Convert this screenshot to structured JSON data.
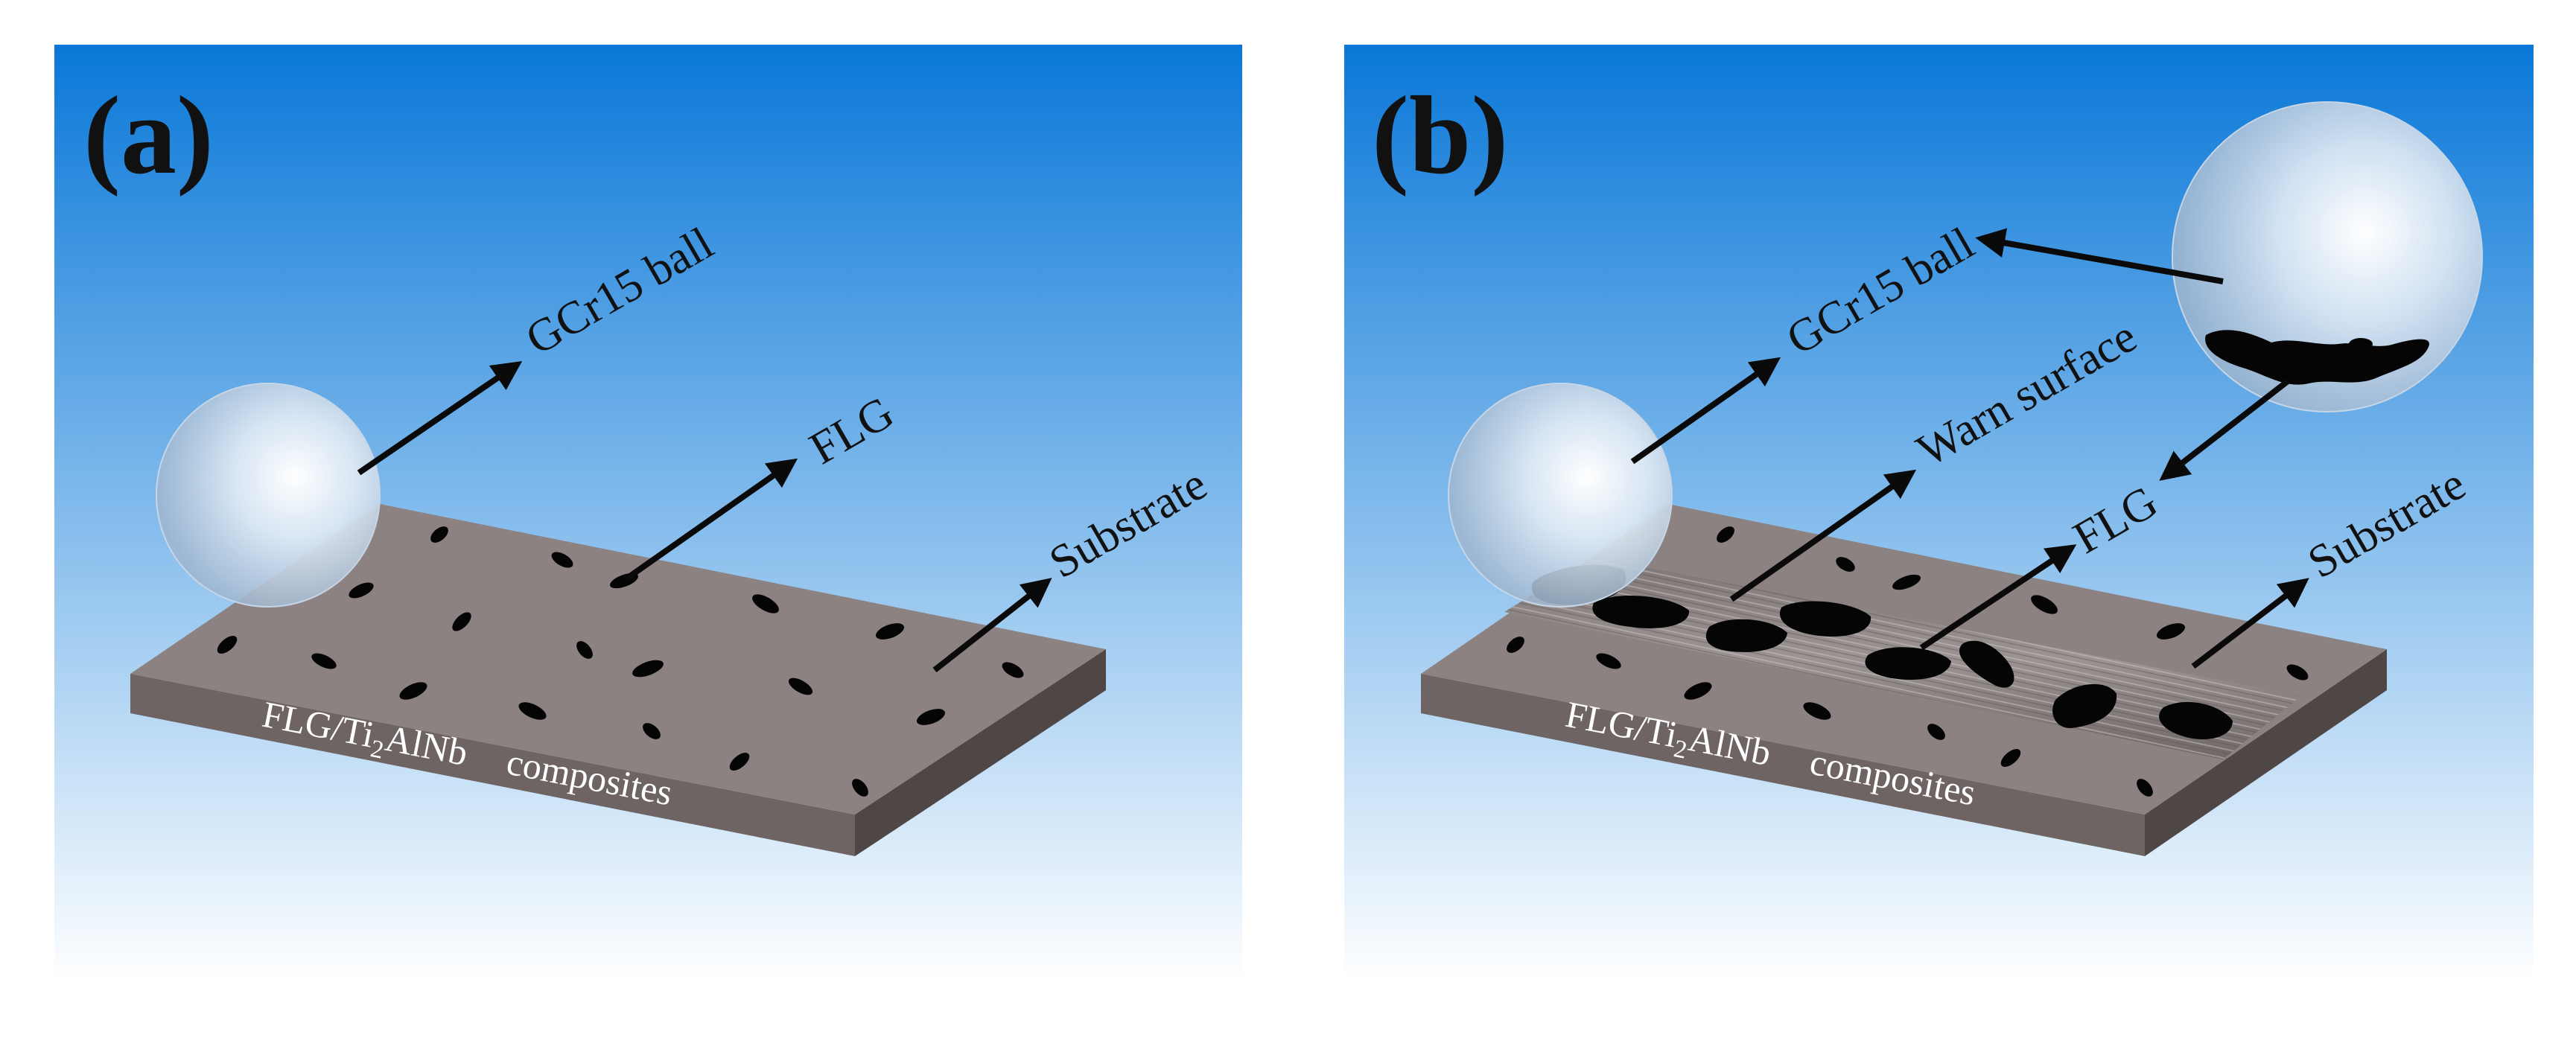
{
  "panels": [
    {
      "letter": "(a)",
      "labels": {
        "ball": "GCr15 ball",
        "flg": "FLG",
        "substrate": "Substrate"
      },
      "composite": {
        "prefix": "FLG/Ti",
        "subscript": "2",
        "suffix": "AlNb",
        "word": "composites"
      }
    },
    {
      "letter": "(b)",
      "labels": {
        "ball": "GCr15 ball",
        "wear": "Warn surface",
        "flg": "FLG",
        "substrate": "Substrate"
      },
      "composite": {
        "prefix": "FLG/Ti",
        "subscript": "2",
        "suffix": "AlNb",
        "word": "composites"
      }
    }
  ],
  "colors": {
    "sky_top": "#0a78d8",
    "sky_bottom": "#ffffff",
    "plate_top": "#8c8281",
    "plate_front": "#6d6463",
    "plate_side": "#4f4746",
    "flake": "#050505",
    "arrow": "#0a0a0a"
  }
}
